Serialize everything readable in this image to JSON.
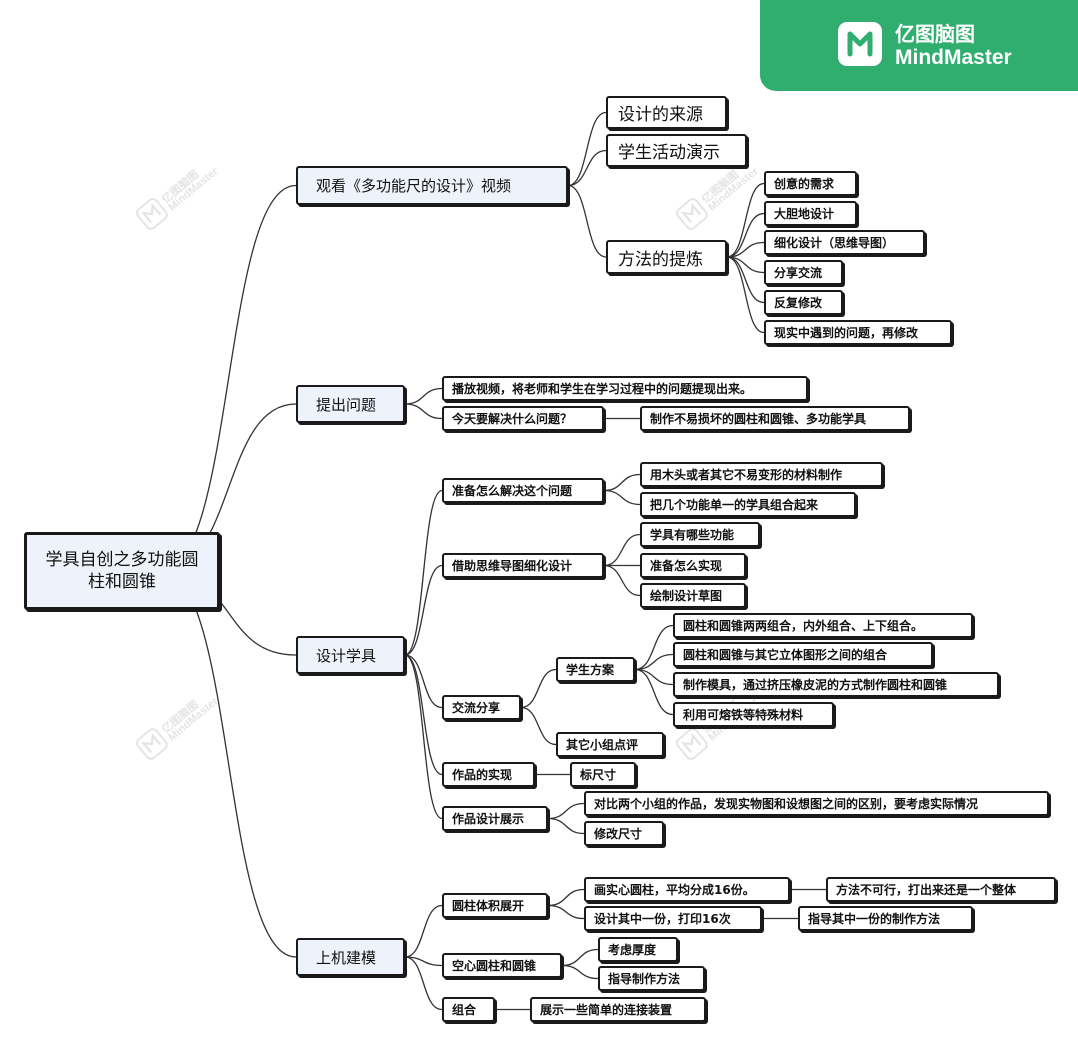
{
  "brand": {
    "cn": "亿图脑图",
    "en": "MindMaster"
  },
  "watermark": {
    "cn": "亿图脑图",
    "en": "MindMaster"
  },
  "root": "学具自创之多功能圆柱和圆锥",
  "branches": {
    "b1": "观看《多功能尺的设计》视频",
    "b1_1": "设计的来源",
    "b1_2": "学生活动演示",
    "b1_3": "方法的提炼",
    "b1_3_1": "创意的需求",
    "b1_3_2": "大胆地设计",
    "b1_3_3": "细化设计（思维导图）",
    "b1_3_4": "分享交流",
    "b1_3_5": "反复修改",
    "b1_3_6": "现实中遇到的问题，再修改",
    "b2": "提出问题",
    "b2_1": "播放视频，将老师和学生在学习过程中的问题提现出来。",
    "b2_2": "今天要解决什么问题？",
    "b2_2_1": "制作不易损坏的圆柱和圆锥、多功能学具",
    "b3": "设计学具",
    "b3_1": "准备怎么解决这个问题",
    "b3_1_1": "用木头或者其它不易变形的材料制作",
    "b3_1_2": "把几个功能单一的学具组合起来",
    "b3_2": "借助思维导图细化设计",
    "b3_2_1": "学具有哪些功能",
    "b3_2_2": "准备怎么实现",
    "b3_2_3": "绘制设计草图",
    "b3_3": "交流分享",
    "b3_3_1": "学生方案",
    "b3_3_1_1": "圆柱和圆锥两两组合，内外组合、上下组合。",
    "b3_3_1_2": "圆柱和圆锥与其它立体图形之间的组合",
    "b3_3_1_3": "制作模具，通过挤压橡皮泥的方式制作圆柱和圆锥",
    "b3_3_1_4": "利用可熔铁等特殊材料",
    "b3_3_2": "其它小组点评",
    "b3_4": "作品的实现",
    "b3_4_1": "标尺寸",
    "b3_5": "作品设计展示",
    "b3_5_1": "对比两个小组的作品，发现实物图和设想图之间的区别，要考虑实际情况",
    "b3_5_2": "修改尺寸",
    "b4": "上机建模",
    "b4_1": "圆柱体积展开",
    "b4_1_1": "画实心圆柱，平均分成16份。",
    "b4_1_1_1": "方法不可行，打出来还是一个整体",
    "b4_1_2": "设计其中一份，打印16次",
    "b4_1_2_1": "指导其中一份的制作方法",
    "b4_2": "空心圆柱和圆锥",
    "b4_2_1": "考虑厚度",
    "b4_2_2": "指导制作方法",
    "b4_3": "组合",
    "b4_3_1": "展示一些简单的连接装置"
  },
  "colors": {
    "brand_green": "#2fae6f",
    "root_fill": "#eef3fb",
    "outline": "#1a1a1a",
    "link": "#333333"
  }
}
